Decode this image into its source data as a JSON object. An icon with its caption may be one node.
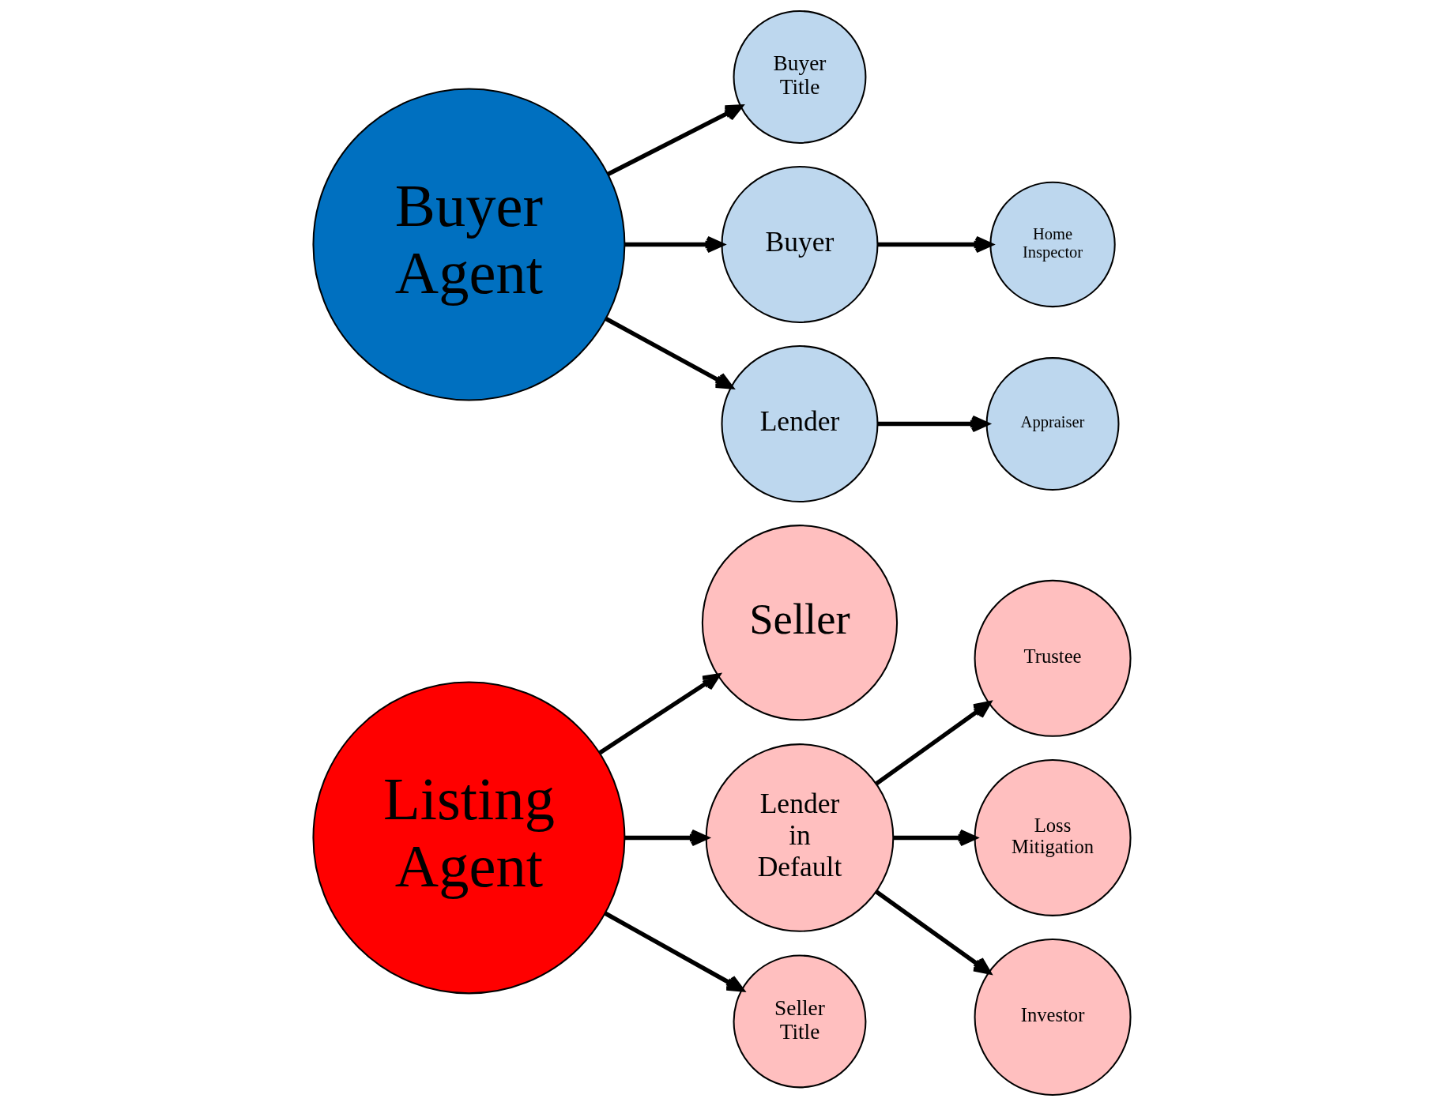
{
  "diagram": {
    "nodes": [
      {
        "text": [
          "Listing Agent"
        ]
      },
      {
        "text": [
          "Seller"
        ]
      },
      {
        "text": [
          "Lender in Default"
        ]
      },
      {
        "text": [
          "Seller Title"
        ]
      },
      {
        "text": [
          "Trustee"
        ]
      },
      {
        "text": [
          "Loss Mitigation"
        ]
      },
      {
        "text": [
          "Investor"
        ]
      },
      {
        "text": [
          "Buyer Agent"
        ]
      },
      {
        "text": [
          "Buyer Title"
        ]
      },
      {
        "text": [
          "Buyer"
        ]
      },
      {
        "text": [
          "Home Inspector"
        ]
      },
      {
        "text": [
          "Lender"
        ]
      },
      {
        "text": [
          "Appraiser"
        ]
      }
    ],
    "edges": [
      {
        "from": 0,
        "to": 1,
        "arrow": "to"
      },
      {
        "from": 0,
        "to": 2,
        "arrow": "to"
      },
      {
        "from": 0,
        "to": 3,
        "arrow": "to"
      },
      {
        "from": 2,
        "to": 4,
        "arrow": "to"
      },
      {
        "from": 2,
        "to": 5,
        "arrow": "to"
      },
      {
        "from": 2,
        "to": 6,
        "arrow": "to"
      },
      {
        "from": 7,
        "to": 8,
        "arrow": "to"
      },
      {
        "from": 7,
        "to": 9,
        "arrow": "to"
      },
      {
        "from": 9,
        "to": 10,
        "arrow": "to"
      },
      {
        "from": 7,
        "to": 11,
        "arrow": "to"
      },
      {
        "from": 11,
        "to": 12,
        "arrow": "to"
      }
    ]
  }
}
